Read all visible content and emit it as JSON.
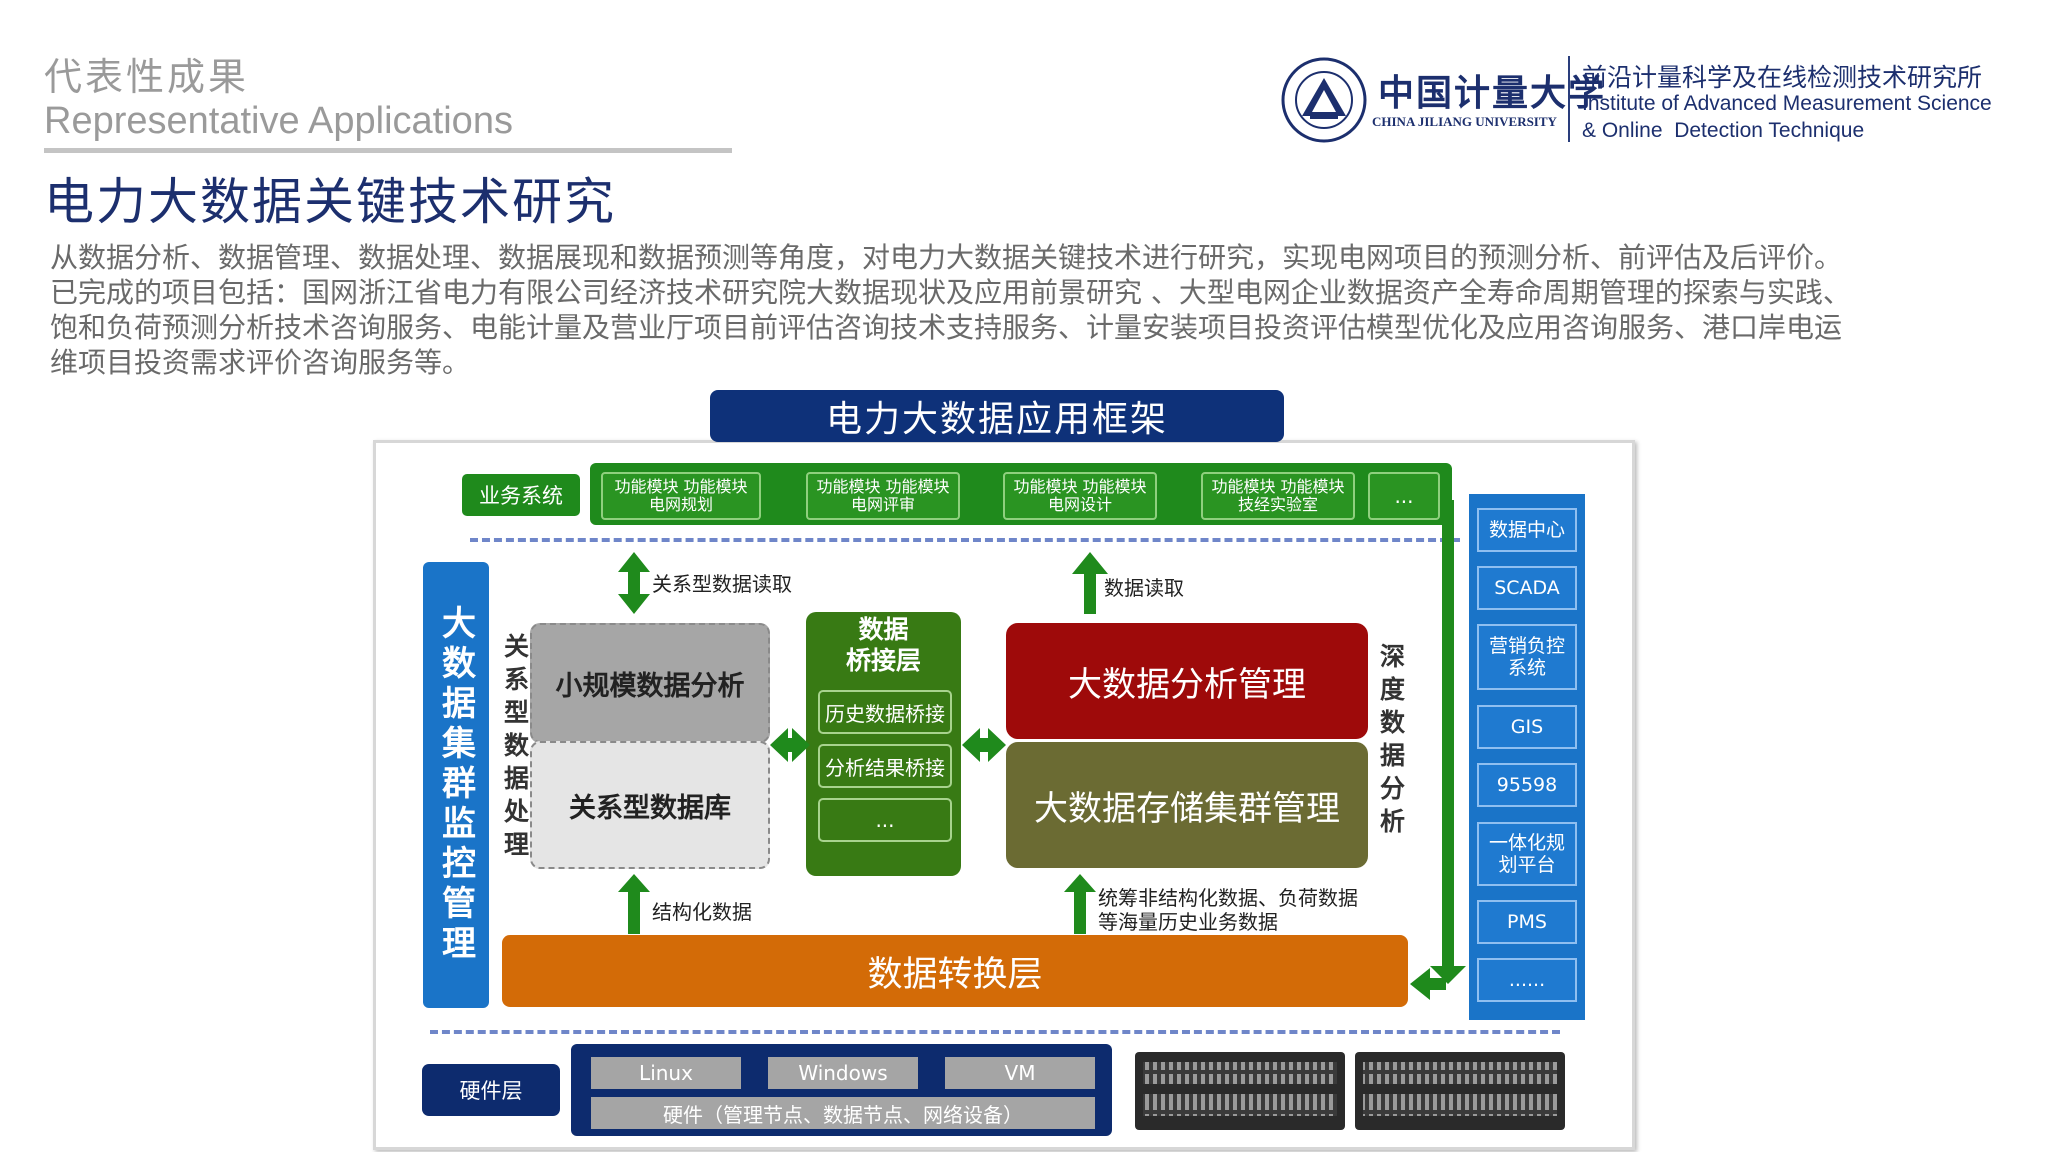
{
  "header": {
    "section_cn": "代表性成果",
    "section_en": "Representative Applications",
    "title": "电力大数据关键技术研究",
    "paragraph_lines": [
      "从数据分析、数据管理、数据处理、数据展现和数据预测等角度，对电力大数据关键技术进行研究，实现电网项目的预测分析、前评估及后评价。",
      "已完成的项目包括：国网浙江省电力有限公司经济技术研究院大数据现状及应用前景研究 、大型电网企业数据资产全寿命周期管理的探索与实践、",
      "饱和负荷预测分析技术咨询服务、电能计量及营业厅项目前评估咨询技术支持服务、计量安装项目投资评估模型优化及应用咨询服务、港口岸电运",
      "维项目投资需求评价咨询服务等。"
    ]
  },
  "logo": {
    "university_cn": "中国计量大学",
    "university_en": "CHINA JILIANG UNIVERSITY",
    "institute_cn": "前沿计量科学及在线检测技术研究所",
    "institute_en_line1": "Institute of Advanced Measurement Science",
    "institute_en_line2": "& Online  Detection Technique"
  },
  "diagram": {
    "title": "电力大数据应用框架",
    "business_label": "业务系统",
    "modules": [
      {
        "top": "功能模块 功能模块",
        "bottom": "电网规划"
      },
      {
        "top": "功能模块 功能模块",
        "bottom": "电网评审"
      },
      {
        "top": "功能模块 功能模块",
        "bottom": "电网设计"
      },
      {
        "top": "功能模块 功能模块",
        "bottom": "技经实验室"
      }
    ],
    "modules_more": "...",
    "left_vertical": "大数据集群监控管理",
    "relational_processing": "关系型数据处理",
    "small_scale": "小规模数据分析",
    "relational_db": "关系型数据库",
    "arrow_relational_read": "关系型数据读取",
    "arrow_data_read": "数据读取",
    "arrow_structured": "结构化数据",
    "arrow_unstructured_1": "统筹非结构化数据、负荷数据",
    "arrow_unstructured_2": "等海量历史业务数据",
    "bridge_title_1": "数据",
    "bridge_title_2": "桥接层",
    "bridge_items": [
      "历史数据桥接",
      "分析结果桥接",
      "..."
    ],
    "big_analysis": "大数据分析管理",
    "big_storage": "大数据存储集群管理",
    "deep_analysis": "深度数据分析",
    "conversion_layer": "数据转换层",
    "sources": [
      "数据中心",
      "SCADA",
      "营销负控系统",
      "GIS",
      "95598",
      "一体化规划平台",
      "PMS",
      "......"
    ],
    "hardware_label": "硬件层",
    "hardware_items": [
      "Linux",
      "Windows",
      "VM"
    ],
    "hardware_detail": "硬件（管理节点、数据节点、网络设备）"
  },
  "colors": {
    "navy": "#0e3179",
    "green": "#1f8a1c",
    "blue": "#1a74c8",
    "red": "#9e0a0a",
    "olive": "#6b6b33",
    "orange": "#d36b07"
  }
}
